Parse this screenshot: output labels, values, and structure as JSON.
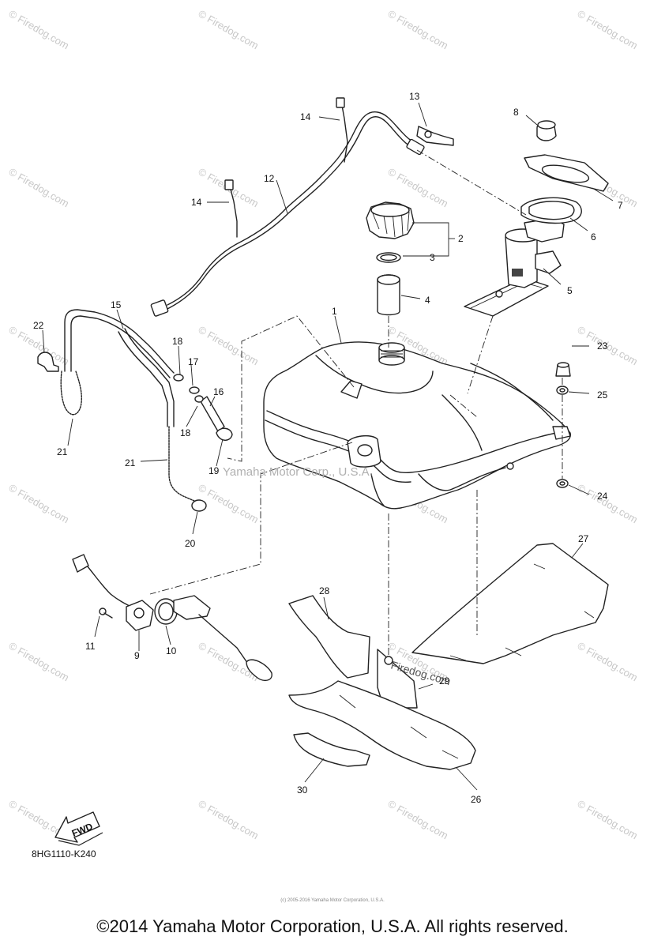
{
  "labels": {
    "p1": "1",
    "p2": "2",
    "p3": "3",
    "p4": "4",
    "p5": "5",
    "p6": "6",
    "p7": "7",
    "p8": "8",
    "p9": "9",
    "p10": "10",
    "p11": "11",
    "p12": "12",
    "p13": "13",
    "p14a": "14",
    "p14b": "14",
    "p15": "15",
    "p16": "16",
    "p17": "17",
    "p18a": "18",
    "p18b": "18",
    "p19": "19",
    "p20": "20",
    "p21a": "21",
    "p21b": "21",
    "p22": "22",
    "p23": "23",
    "p24": "24",
    "p25": "25",
    "p26": "26",
    "p27": "27",
    "p28": "28",
    "p29": "29",
    "p30": "30"
  },
  "fwd_label": "FWD",
  "diagram_code": "8HG1110-K240",
  "watermark": "© Firedog.com",
  "center_watermark": "Yamaha Motor Corp., U.S.A.",
  "overlay_watermark": "Firedog.com",
  "small_credit": "(c) 2005-2016 Yamaha Motor Corporation, U.S.A.",
  "copyright": "©2014 Yamaha Motor Corporation, U.S.A. All rights reserved."
}
